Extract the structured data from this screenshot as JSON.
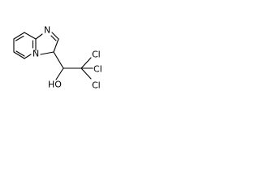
{
  "molecule": {
    "atoms": {
      "n_imidazole": "N",
      "n_bridge": "N",
      "hydroxyl": "HO",
      "cl_top": "Cl",
      "cl_right": "Cl",
      "cl_bottom": "Cl"
    }
  }
}
